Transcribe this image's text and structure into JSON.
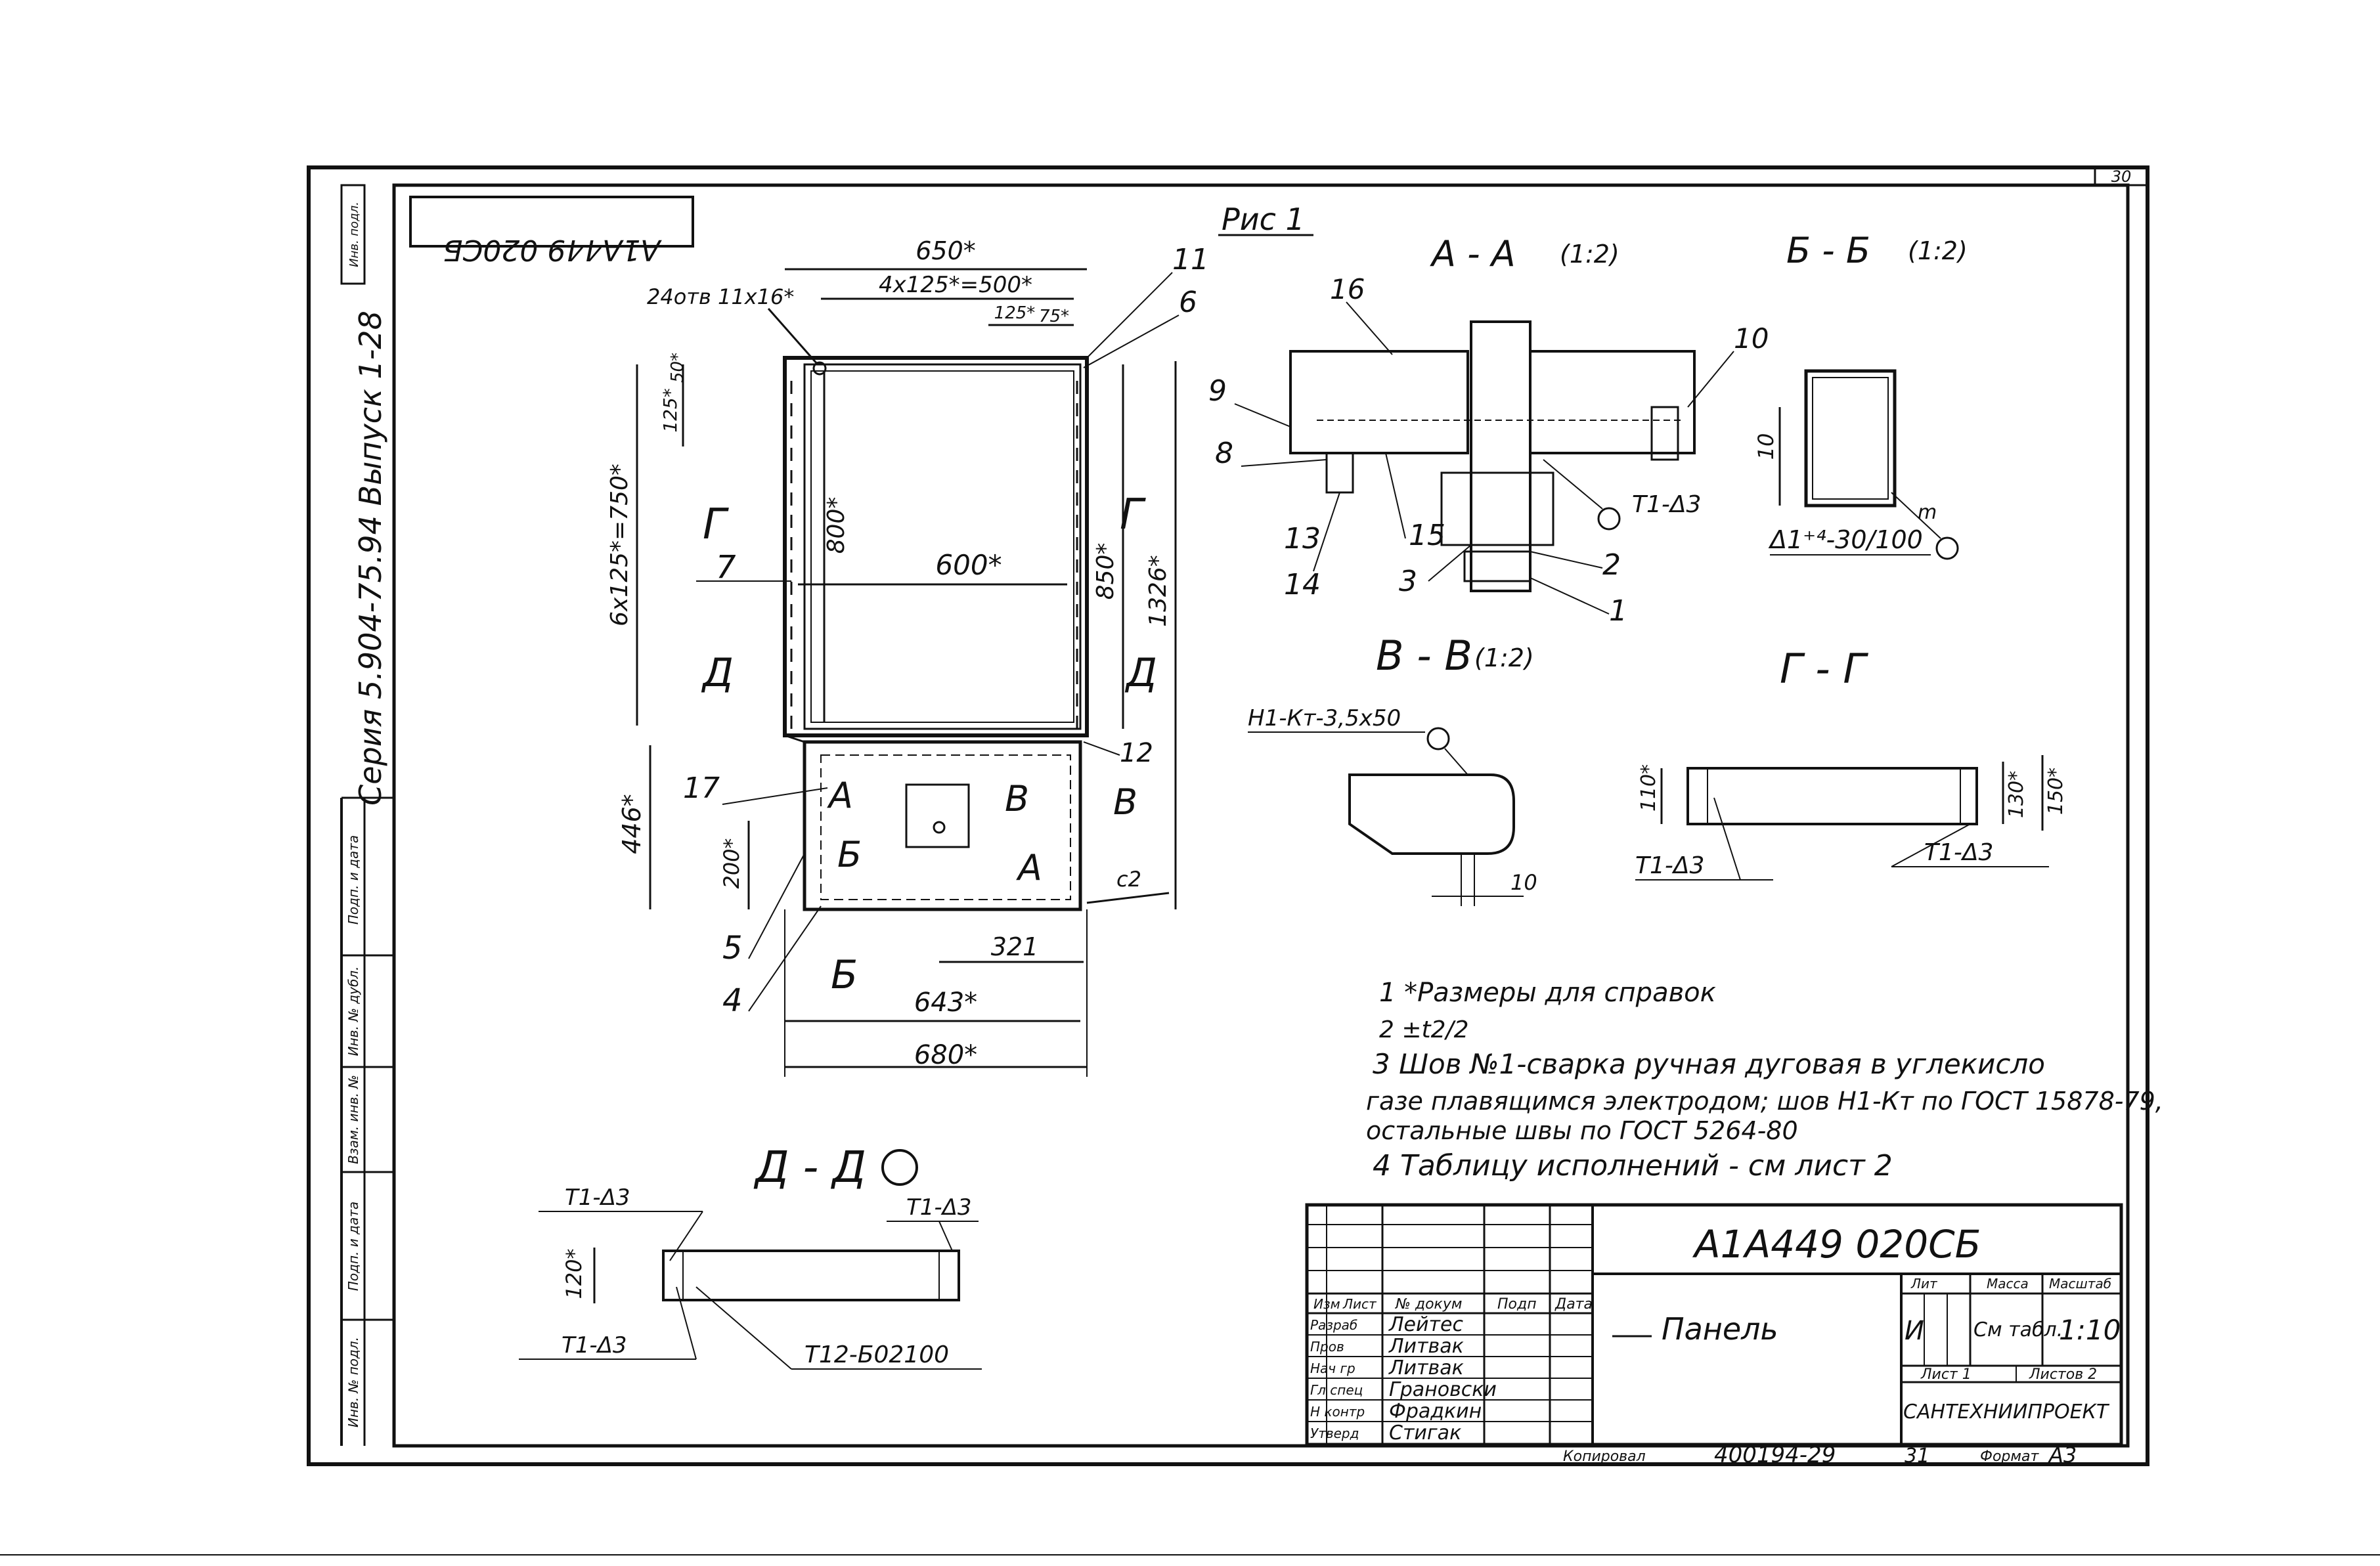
{
  "stamp_code_mirrored": "А1А449 020СБ",
  "margin_series_text": "Серия 5.904-75.94 Выпуск 1-28",
  "margin_corner_tiny": "Инв. подл.",
  "left_strip_labels": [
    "Подп. и дата",
    "Инв. № дубл.",
    "Взам. инв. №",
    "Подп. и дата",
    "Инв. № подл."
  ],
  "top_right_number": "30",
  "figure_label": "Рис 1",
  "main_view": {
    "dim_650": "650*",
    "dim_4x125": "4x125*=500*",
    "dim_125": "125*",
    "dim_75": "75*",
    "holes_note": "24отв 11x16*",
    "dim_50": "50*",
    "dim_125v": "125*",
    "dim_6x125": "6x125*=750*",
    "dim_800": "800*",
    "dim_600": "600*",
    "dim_850": "850*",
    "dim_1326": "1326*",
    "dim_446": "446*",
    "dim_200": "200*",
    "dim_321": "321",
    "dim_643": "643*",
    "dim_680": "680*",
    "cut_g_left": "Г",
    "cut_g_right": "Г",
    "cut_d_left": "Д",
    "cut_d_right": "Д",
    "cut_a_left": "А",
    "cut_a_right": "А",
    "cut_b_left": "Б",
    "cut_b_bottom": "Б",
    "cut_v_left": "В",
    "cut_v_right": "В",
    "weld_c2": "с2",
    "pos": [
      "11",
      "6",
      "7",
      "12",
      "17",
      "5",
      "4"
    ]
  },
  "section_aa": {
    "title": "А - А",
    "scale": "(1:2)",
    "pos": [
      "16",
      "10",
      "9",
      "8",
      "13",
      "14",
      "15",
      "3",
      "2",
      "1"
    ],
    "weld": "Т1-Δ3"
  },
  "section_bb": {
    "title": "Б - Б",
    "scale": "(1:2)",
    "dim_10": "10",
    "tolerance": "Δ1⁺⁴-30/100",
    "weld_mark": "m"
  },
  "section_vv": {
    "title": "В - В",
    "scale": "(1:2)",
    "weld": "Н1-Кт-3,5x50",
    "dim_10": "10"
  },
  "section_gg": {
    "title": "Г - Г",
    "dim_110": "110*",
    "dim_130": "130*",
    "dim_150": "150*",
    "weld_left": "Т1-Δ3",
    "weld_right": "Т1-Δ3"
  },
  "section_dd": {
    "title": "Д - Д",
    "weld_tl": "Т1-Δ3",
    "weld_tr": "Т1-Δ3",
    "weld_bl": "Т1-Δ3",
    "dim_120": "120*",
    "weld_seam": "Т12-Б02100"
  },
  "notes": [
    "1  *Размеры для справок",
    "2  ±t2/2",
    "3  Шов №1-сварка ручная дуговая в углекисло",
    "газе плавящимся электродом; шов Н1-Кт по ГОСТ 15878-79,",
    "остальные швы по ГОСТ 5264-80",
    "4  Таблицу исполнений - см лист 2"
  ],
  "title_block": {
    "doc_code": "А1А449 020СБ",
    "name": "Панель",
    "col_headers": [
      "Изм",
      "Лист",
      "№ докум",
      "Подп",
      "Дата"
    ],
    "rows": [
      {
        "role": "Разраб",
        "name": "Лейтес"
      },
      {
        "role": "Пров",
        "name": "Литвак"
      },
      {
        "role": "Нач гр",
        "name": "Литвак"
      },
      {
        "role": "Гл спец",
        "name": "Грановски"
      },
      {
        "role": "Н контр",
        "name": "Фрадкин"
      },
      {
        "role": "Утверд",
        "name": "Стигак"
      }
    ],
    "lit_label": "Лит",
    "mass_label": "Масса",
    "scale_label": "Масштаб",
    "lit_value": "И",
    "mass_value": "См табл.",
    "scale_value": "1:10",
    "sheet_label": "Лист 1",
    "sheets_label": "Листов 2",
    "org": "САНТЕХНИИПРОЕКТ"
  },
  "footer": {
    "copied_label": "Копировал",
    "inventory": "400194-29",
    "sheet_no": "31",
    "format_label": "Формат",
    "format_value": "А3"
  }
}
